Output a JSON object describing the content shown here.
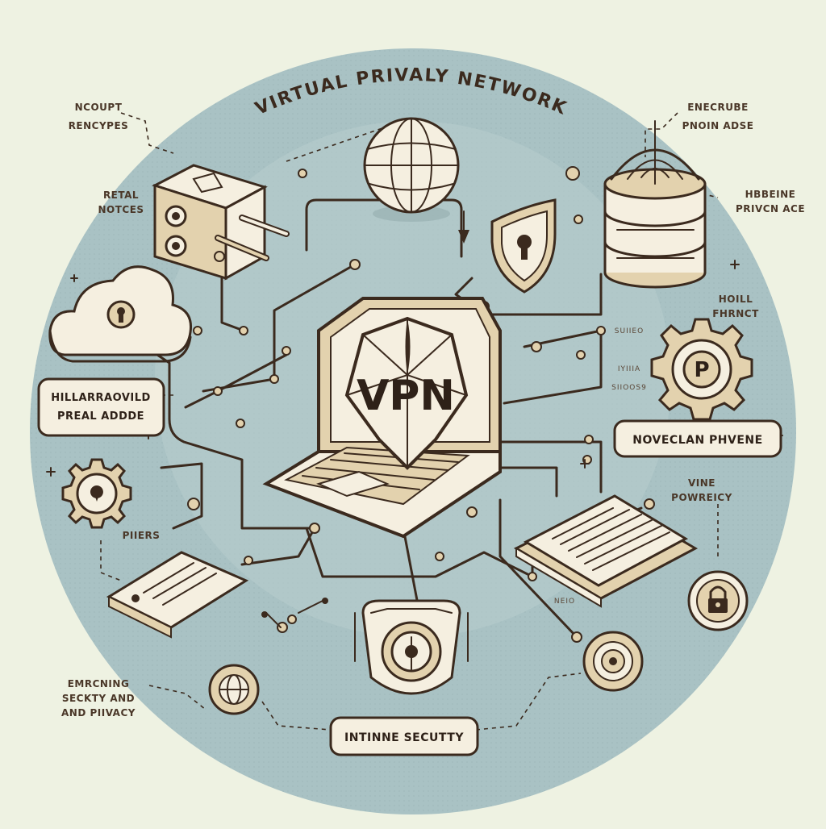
{
  "title": "VIRTUAL PRIVALY NETWORK",
  "center_badge": "VPN",
  "labels": {
    "top_left": [
      "NCOUPT",
      "RENCYPES"
    ],
    "top_right": [
      "ENECRUBE",
      "PNOIN ADSE"
    ],
    "left_upper": [
      "RETAL",
      "NOTCES"
    ],
    "right_upper": [
      "HBBEINE",
      "PRIVCN ACE"
    ],
    "right_mid": [
      "HOILL",
      "FHRNCT"
    ],
    "small_right_1": "SUIIEO",
    "small_right_2": "IYIIIA",
    "small_right_3": "SIIOOS9",
    "right_lower": [
      "VINE",
      "POWREICY"
    ],
    "left_lower": "PIIERS",
    "bottom_mid_small": "NEIO",
    "bottom_left": [
      "EMRCNING",
      "SECKTY AND",
      "AND PIIVACY"
    ]
  },
  "boxes": {
    "left_box": [
      "HILLARRAOVILD",
      "PREAL ADDDE"
    ],
    "right_box": "NOVECLAN PHVENE",
    "bottom_box": "INTINNE SECUTTY"
  },
  "colors": {
    "background": "#eef2e2",
    "circle": "#a9c2c4",
    "ink": "#3b2a1e",
    "cream": "#f5efe0",
    "tan": "#e3d2ae"
  }
}
